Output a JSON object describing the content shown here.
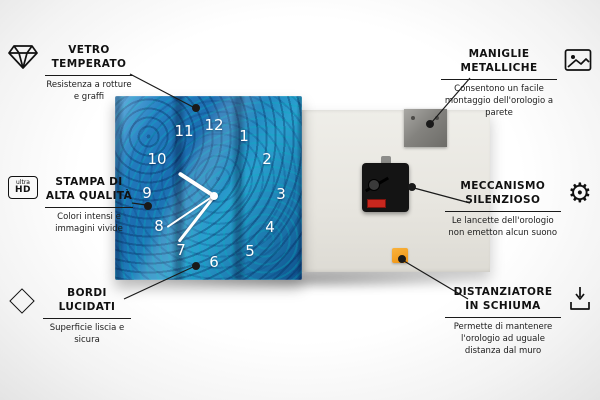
{
  "colors": {
    "clock_blue": "#1f7fc0",
    "foam_orange": "#f49b1f",
    "line_black": "#1a1a1a"
  },
  "clock": {
    "numbers": [
      "12",
      "1",
      "2",
      "3",
      "4",
      "5",
      "6",
      "7",
      "8",
      "9",
      "10",
      "11"
    ]
  },
  "icons": {
    "ultra_hd": {
      "top": "ultra",
      "bottom": "HD"
    },
    "gear": "⚙"
  },
  "callouts": {
    "left": [
      {
        "title1": "VETRO",
        "title2": "TEMPERATO",
        "subtitle": "Resistenza a rotture e graffi"
      },
      {
        "title1": "STAMPA DI",
        "title2": "ALTA QUALITÀ",
        "subtitle": "Colori intensi e immagini vivide"
      },
      {
        "title1": "BORDI",
        "title2": "LUCIDATI",
        "subtitle": "Superficie liscia e sicura"
      }
    ],
    "right": [
      {
        "title1": "MANIGLIE",
        "title2": "METALLICHE",
        "subtitle": "Consentono un facile montaggio dell'orologio a parete"
      },
      {
        "title1": "MECCANISMO",
        "title2": "SILENZIOSO",
        "subtitle": "Le lancette dell'orologio non emetton alcun suono"
      },
      {
        "title1": "DISTANZIATORE",
        "title2": "IN SCHIUMA",
        "subtitle": "Permette di mantenere l'orologio ad uguale distanza dal muro"
      }
    ]
  }
}
